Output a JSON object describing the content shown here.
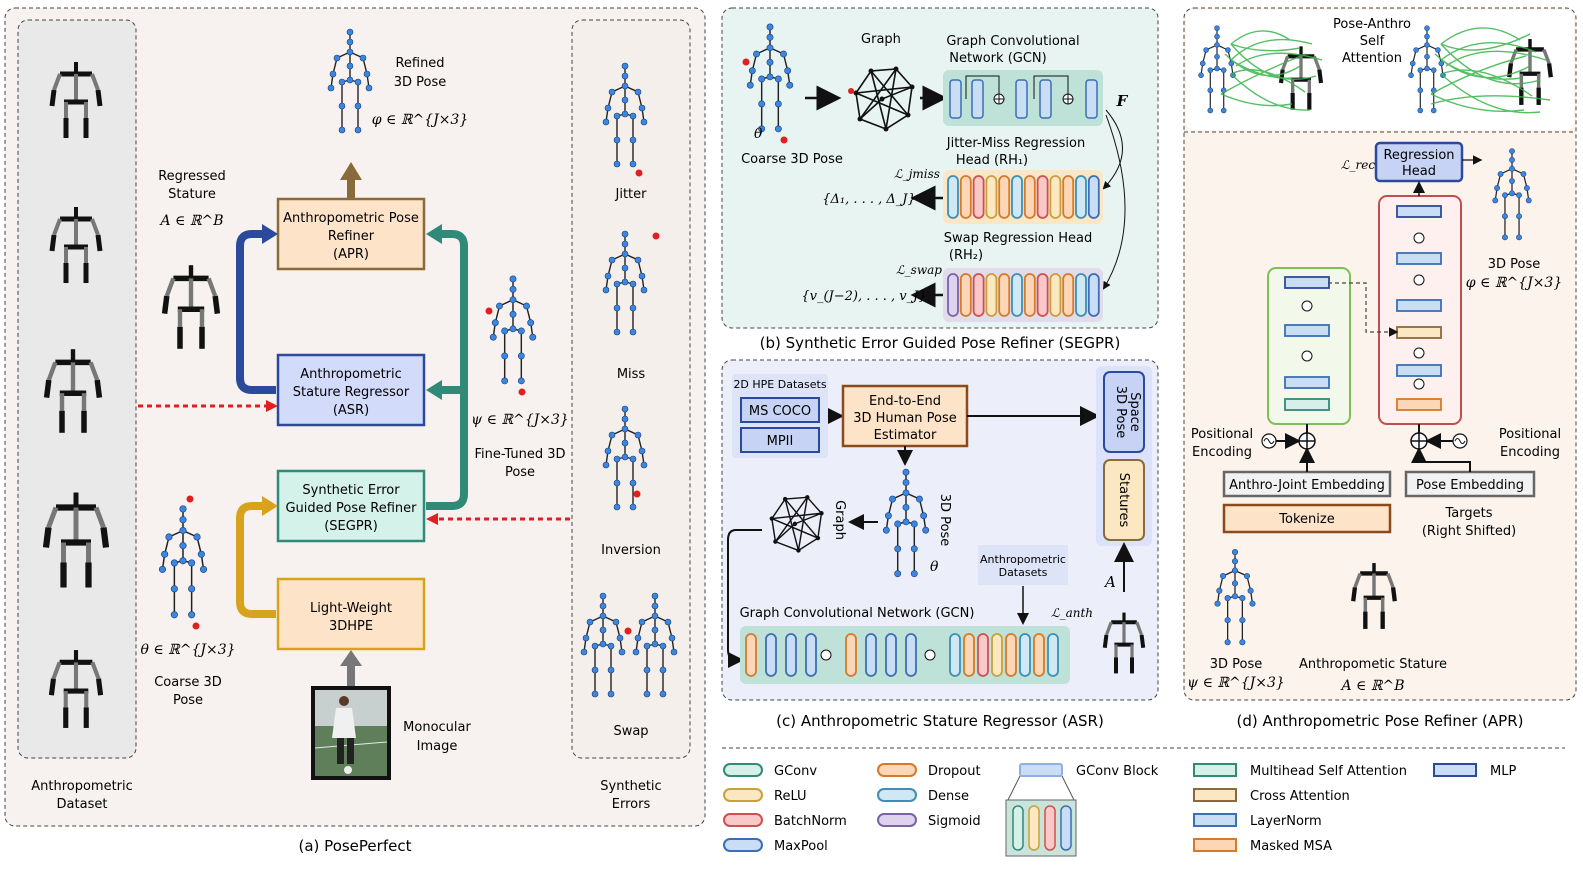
{
  "colors": {
    "panel_a_bg": "#f7f2ef",
    "panel_b_bg": "#e8f4f2",
    "panel_c_bg": "#eceef9",
    "panel_d_bg": "#fbf3ec",
    "gconv": "#d7efe9",
    "relu": "#fbe7c2",
    "batchnorm": "#f9c9c9",
    "maxpool": "#c9ddf5",
    "dropout": "#fbd7b8",
    "dense": "#cfe8f3",
    "sigmoid": "#ddd3ee",
    "apr_box": "#fde3c8",
    "asr_box": "#d3dbfb",
    "segpr_box": "#d4f2ea",
    "light_box": "#fde3c8",
    "arrow_blue": "#2b4a9b",
    "arrow_teal": "#2f8a78",
    "arrow_gold": "#d9a21c",
    "arrow_brown": "#8a6a3a",
    "error_red": "#e02020",
    "joint_blue": "#3a86e0",
    "attn_green": "#38b44a"
  },
  "panel_a": {
    "caption": "(a) PosePerfect",
    "dataset_label_1": "Anthropometric",
    "dataset_label_2": "Dataset",
    "synthetic_label_1": "Synthetic",
    "synthetic_label_2": "Errors",
    "refined_1": "Refined",
    "refined_2": "3D Pose",
    "phi_math": "φ ∈ ℝ^{J×3}",
    "regressed_1": "Regressed",
    "regressed_2": "Stature",
    "a_math": "A ∈ ℝ^B",
    "apr_1": "Anthropometric Pose",
    "apr_2": "Refiner",
    "apr_3": "(APR)",
    "asr_1": "Anthropometric",
    "asr_2": "Stature Regressor",
    "asr_3": "(ASR)",
    "segpr_1": "Synthetic Error",
    "segpr_2": "Guided Pose Refiner",
    "segpr_3": "(SEGPR)",
    "light_1": "Light-Weight",
    "light_2": "3DHPE",
    "psi_math": "ψ ∈ ℝ^{J×3}",
    "finetuned_1": "Fine-Tuned 3D",
    "finetuned_2": "Pose",
    "theta_math": "θ ∈ ℝ^{J×3}",
    "coarse_1": "Coarse 3D",
    "coarse_2": "Pose",
    "monocular_1": "Monocular",
    "monocular_2": "Image",
    "err_jitter": "Jitter",
    "err_miss": "Miss",
    "err_inversion": "Inversion",
    "err_swap": "Swap"
  },
  "panel_b": {
    "caption": "(b) Synthetic Error Guided Pose Refiner (SEGPR)",
    "graph": "Graph",
    "gcn_1": "Graph Convolutional",
    "gcn_2": "Network (GCN)",
    "theta": "θ",
    "coarse": "Coarse 3D Pose",
    "f": "F",
    "rh1_1": "Jitter-Miss Regression",
    "rh1_2": "Head (RH₁)",
    "l_jmiss": "ℒ_jmiss",
    "delta_out": "{Δ₁, . . . , Δ_J}",
    "rh2_1": "Swap Regression Head",
    "rh2_2": "(RH₂)",
    "l_swap": "ℒ_swap",
    "v_out": "{v_(J−2), . . . , v_J}"
  },
  "panel_c": {
    "caption": "(c) Anthropometric Stature Regressor (ASR)",
    "hpe_datasets": "2D HPE Datasets",
    "mscoco": "MS COCO",
    "mpii": "MPII",
    "e2e_1": "End-to-End",
    "e2e_2": "3D Human Pose",
    "e2e_3": "Estimator",
    "pose_space_1": "3D Pose",
    "pose_space_2": "Space",
    "statures": "Statures",
    "graph": "Graph",
    "pose3d": "3D Pose",
    "theta": "θ",
    "anthro_ds_1": "Anthropometric",
    "anthro_ds_2": "Datasets",
    "gcn": "Graph Convolutional Network (GCN)",
    "l_anth": "ℒ_anth",
    "a": "A"
  },
  "panel_d": {
    "caption": "(d) Anthropometric Pose Refiner (APR)",
    "attn_1": "Pose-Anthro",
    "attn_2": "Self",
    "attn_3": "Attention",
    "l_rec": "ℒ_rec",
    "reg_head_1": "Regression",
    "reg_head_2": "Head",
    "pose3d": "3D Pose",
    "phi_math": "φ ∈ ℝ^{J×3}",
    "pos_enc_l1": "Positional",
    "pos_enc_l2": "Encoding",
    "pos_enc_r1": "Positional",
    "pos_enc_r2": "Encoding",
    "anthro_joint": "Anthro-Joint Embedding",
    "pose_emb": "Pose Embedding",
    "tokenize": "Tokenize",
    "targets_1": "Targets",
    "targets_2": "(Right Shifted)",
    "psi_label": "3D Pose",
    "psi_math": "ψ ∈ ℝ^{J×3}",
    "stature_label": "Anthropometic Stature",
    "a_math": "A ∈ ℝ^B"
  },
  "legend": {
    "gconv": "GConv",
    "relu": "ReLU",
    "batchnorm": "BatchNorm",
    "maxpool": "MaxPool",
    "dropout": "Dropout",
    "dense": "Dense",
    "sigmoid": "Sigmoid",
    "gconv_block": "GConv Block",
    "mhsa": "Multihead Self Attention",
    "cross": "Cross Attention",
    "layernorm": "LayerNorm",
    "masked": "Masked MSA",
    "mlp": "MLP"
  }
}
